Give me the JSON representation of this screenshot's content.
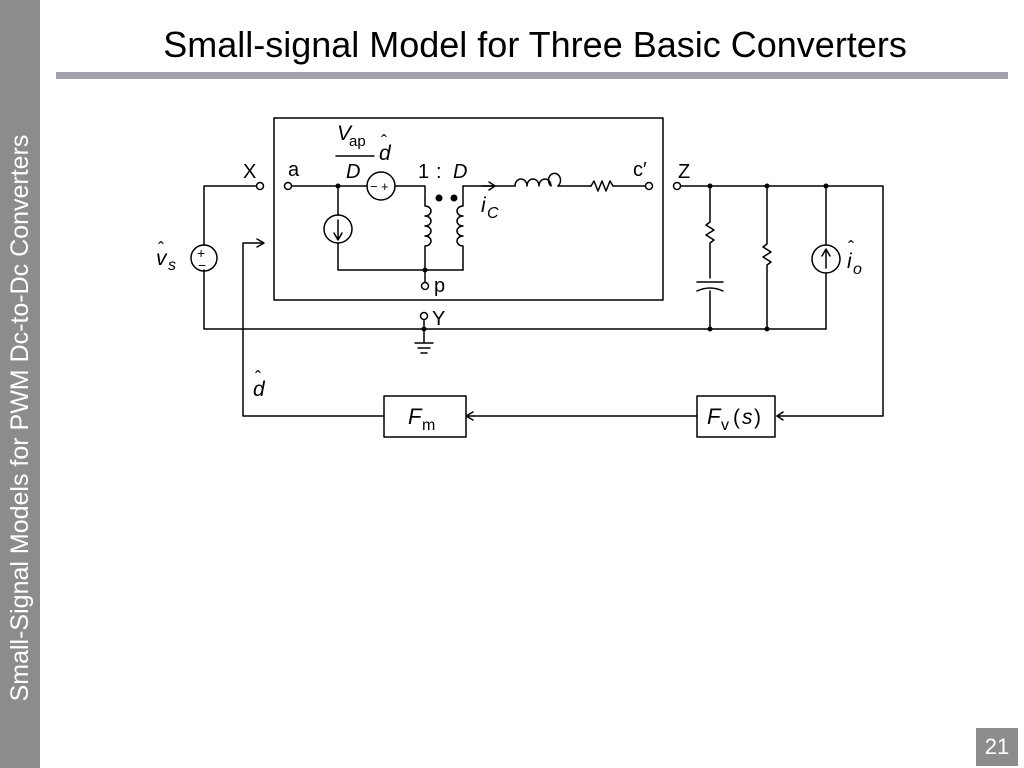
{
  "slide": {
    "title": "Small-signal Model for Three Basic Converters",
    "sidebar": "Small-Signal Models for PWM Dc-to-Dc Converters",
    "page_number": "21"
  },
  "diagram": {
    "nodes": {
      "x": "X",
      "a": "a",
      "cprime": "c′",
      "z": "Z",
      "p": "p",
      "y": "Y"
    },
    "source_vs": {
      "v": "v",
      "hat": "ˆ",
      "sub": "s",
      "plus": "+",
      "minus": "−"
    },
    "dep_source": {
      "numerator_v": "V",
      "numerator_sub": "ap",
      "denominator": "D",
      "d": "d",
      "hat": "ˆ",
      "minus": "−",
      "plus": "+"
    },
    "transformer": {
      "ratio_one": "1",
      "colon": ":",
      "ratio_d": "D"
    },
    "current_ic": {
      "i": "i",
      "sub": "C"
    },
    "current_io": {
      "i": "i",
      "hat": "ˆ",
      "sub": "o"
    },
    "feedback_d": {
      "d": "d",
      "hat": "ˆ"
    },
    "block_fm": {
      "f": "F",
      "sub": "m"
    },
    "block_fv": {
      "f": "F",
      "sub": "v",
      "open": "(",
      "s": "s",
      "close": ")"
    }
  }
}
